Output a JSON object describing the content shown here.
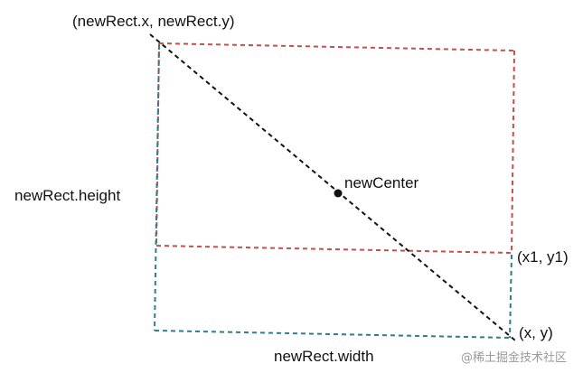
{
  "labels": {
    "top_left": "(newRect.x, newRect.y)",
    "center": "newCenter",
    "height": "newRect.height",
    "width": "newRect.width",
    "corner_x1y1": "(x1, y1)",
    "corner_xy": "(x, y)"
  },
  "watermark": "@稀土掘金技术社区",
  "colors": {
    "red_rect": "#c0504d",
    "teal_rect": "#2e7d8c",
    "diagonal": "#111111",
    "text": "#111111",
    "watermark": "#9a9a9a"
  }
}
